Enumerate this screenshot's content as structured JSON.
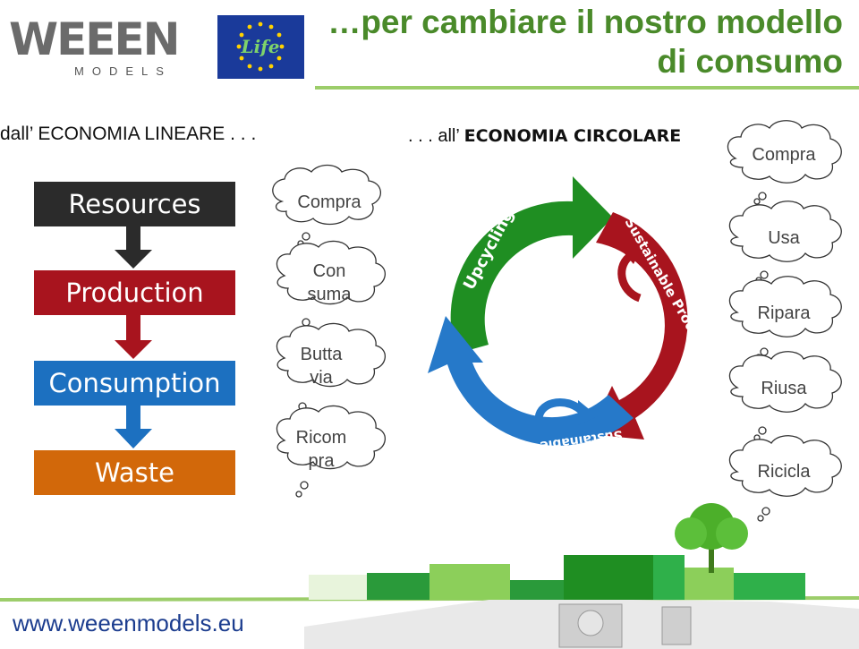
{
  "header": {
    "logo_text": "WEEEN",
    "logo_sub": "MODELS",
    "eu_label": "Life",
    "title_line1": "…per cambiare il nostro modello",
    "title_line2": "di consumo"
  },
  "subtitles": {
    "left": "dall’ ECONOMIA LINEARE . . .",
    "right_prefix": ". . . all’ ",
    "right_bold": "ECONOMIA CIRCOLARE"
  },
  "linear": {
    "boxes": [
      "Resources",
      "Production",
      "Consumption",
      "Waste"
    ],
    "colors": [
      "#2b2b2b",
      "#a8141e",
      "#1c70c0",
      "#d2680a"
    ]
  },
  "left_clouds": [
    {
      "line1": "Compra",
      "line2": ""
    },
    {
      "line1": "Con",
      "line2": "suma"
    },
    {
      "line1": "Butta",
      "line2": "via"
    },
    {
      "line1": "Ricom",
      "line2": "pra"
    }
  ],
  "right_clouds": [
    "Compra",
    "Usa",
    "Ripara",
    "Riusa",
    "Ricicla"
  ],
  "circular": {
    "arrows": [
      "Upcycling",
      "Sustainable Production",
      "Sustainable Consumption"
    ],
    "colors": {
      "green": "#1f8e22",
      "red": "#a8141e",
      "blue": "#2679c9"
    }
  },
  "footer": {
    "url": "www.weeenmodels.eu"
  }
}
